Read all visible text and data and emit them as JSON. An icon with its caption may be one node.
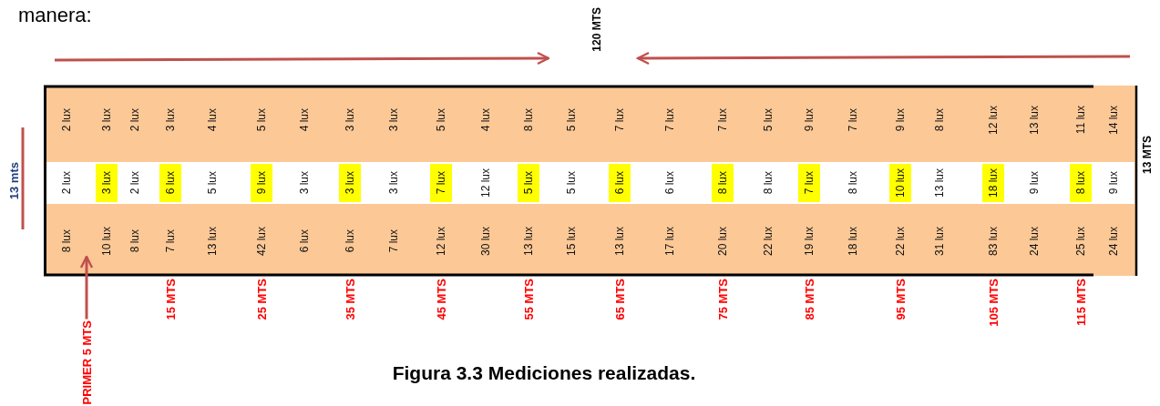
{
  "diagram": {
    "caption": "Figura 3.3 Mediciones realizadas.",
    "nodes": [
      {
        "text": [
          "PRIMER 5 MTS"
        ]
      },
      {
        "text": [
          "10 lux"
        ]
      }
    ],
    "edges": [
      {
        "from": 0,
        "to": 1,
        "arrow": "to"
      }
    ],
    "labels": [
      "manera:",
      "120 MTS",
      "13 mts",
      "2 lux",
      "3 lux",
      "2 lux",
      "3 lux",
      "4 lux",
      "5 lux",
      "4 lux",
      "3 lux",
      "3 lux",
      "5 lux",
      "4 lux",
      "8 lux",
      "5 lux",
      "7 lux",
      "7 lux",
      "7 lux",
      "5 lux",
      "9 lux",
      "7 lux",
      "9 lux",
      "8 lux",
      "12 lux",
      "13 lux",
      "11 lux",
      "14 lux",
      "2 lux",
      "3 lux",
      "2 lux",
      "6 lux",
      "5 lux",
      "9 lux",
      "3 lux",
      "3 lux",
      "3 lux",
      "7 lux",
      "12 lux",
      "5 lux",
      "5 lux",
      "6 lux",
      "6 lux",
      "8 lux",
      "8 lux",
      "7 lux",
      "8 lux",
      "10 lux",
      "13 lux",
      "18 lux",
      "9 lux",
      "8 lux",
      "9 lux",
      "8 lux",
      "8 lux",
      "7 lux",
      "13 lux",
      "42 lux",
      "6 lux",
      "6 lux",
      "7 lux",
      "12 lux",
      "30 lux",
      "13 lux",
      "15 lux",
      "13 lux",
      "17 lux",
      "20 lux",
      "22 lux",
      "19 lux",
      "18 lux",
      "22 lux",
      "31 lux",
      "83 lux",
      "24 lux",
      "25 lux",
      "24 lux",
      "13 MTS",
      "15 MTS",
      "25 MTS",
      "35 MTS",
      "45 MTS",
      "55 MTS",
      "65 MTS",
      "75 MTS",
      "85 MTS",
      "95 MTS",
      "105 MTS",
      "115 MTS"
    ]
  }
}
